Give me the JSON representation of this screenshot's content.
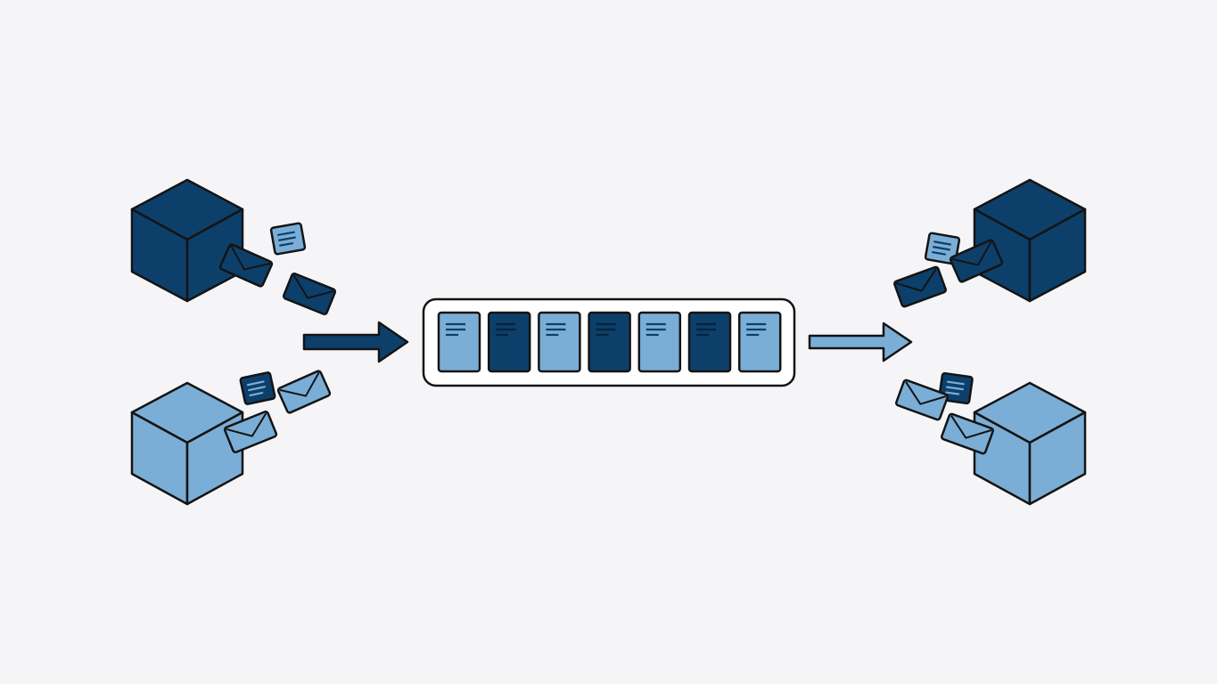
{
  "colors": {
    "background": "#f5f5f8",
    "dark_blue": "#0d3f6b",
    "light_blue": "#7aaed6",
    "outline": "#141414",
    "queue_fill": "#ffffff"
  },
  "icons": {
    "producer": "cube-icon",
    "consumer": "cube-icon",
    "message": "envelope-icon",
    "document": "document-icon",
    "queue": "message-queue-icon",
    "flow": "arrow-right-icon"
  },
  "diagram": {
    "producers": [
      {
        "id": "producer-top",
        "color": "dark_blue"
      },
      {
        "id": "producer-bottom",
        "color": "light_blue"
      }
    ],
    "consumers": [
      {
        "id": "consumer-top",
        "color": "dark_blue"
      },
      {
        "id": "consumer-bottom",
        "color": "light_blue"
      }
    ],
    "queue_items": [
      "light_blue",
      "dark_blue",
      "light_blue",
      "dark_blue",
      "light_blue",
      "dark_blue",
      "light_blue"
    ],
    "arrows": [
      {
        "id": "arrow-into-queue",
        "color": "dark_blue"
      },
      {
        "id": "arrow-out-of-queue",
        "color": "light_blue"
      }
    ]
  }
}
